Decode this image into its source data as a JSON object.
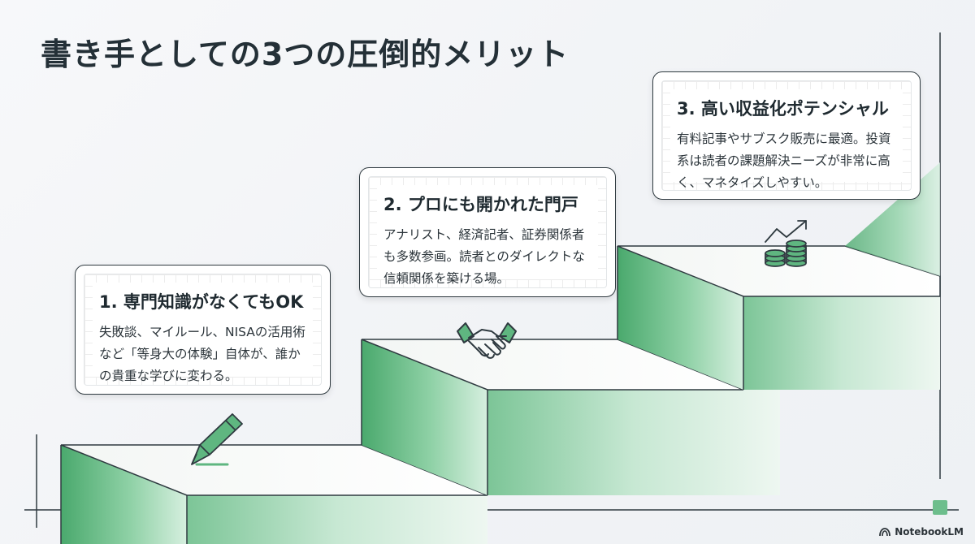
{
  "slide": {
    "title": "書き手としての3つの圧倒的メリット"
  },
  "steps": [
    {
      "heading": "1. 専門知識がなくてもOK",
      "lines": [
        "失敗談、マイルール、NISAの活用術",
        "など「等身大の体験」自体が、誰か",
        "の貴重な学びに変わる。"
      ],
      "icon": "pen-icon"
    },
    {
      "heading": "2. プロにも開かれた門戸",
      "lines": [
        "アナリスト、経済記者、証券関係者",
        "も多数参画。読者とのダイレクトな",
        "信頼関係を築ける場。"
      ],
      "icon": "handshake-icon"
    },
    {
      "heading": "3. 高い収益化ポテンシャル",
      "lines": [
        "有料記事やサブスク販売に最適。投資",
        "系は読者の課題解決ニーズが非常に高",
        "く、マネタイズしやすい。"
      ],
      "icon": "coins-growth-icon"
    }
  ],
  "brand": {
    "name": "NotebookLM",
    "accent": "#6dbe8c"
  },
  "colors": {
    "step_face_light": "#dff0e5",
    "step_riser_dark": "#4fae72",
    "outline": "#2f3a40"
  }
}
